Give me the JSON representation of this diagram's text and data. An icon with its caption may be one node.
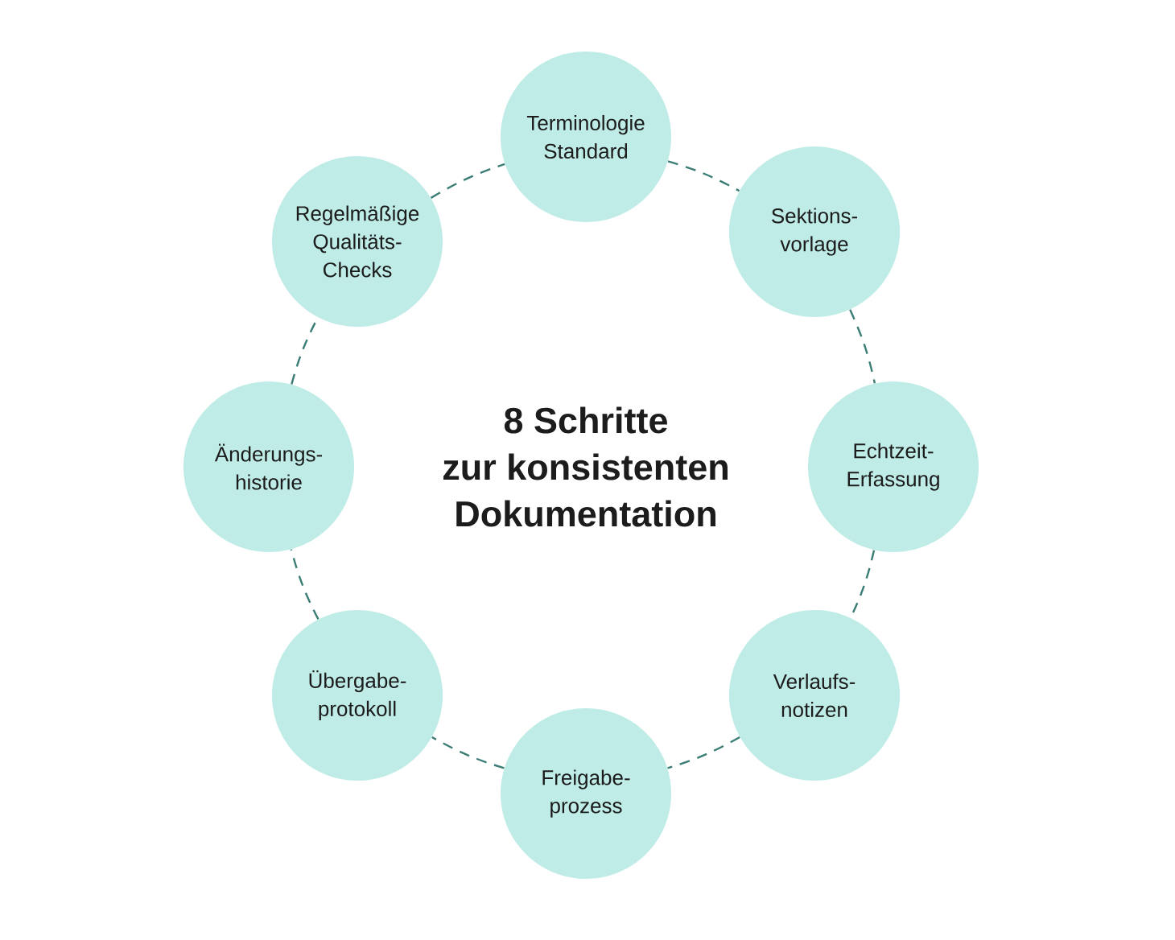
{
  "diagram": {
    "title": "8 Schritte zur konsistenten Dokumentation",
    "nodes": [
      {
        "text": [
          "Terminologie Standard"
        ]
      },
      {
        "text": [
          "Sektions- vorlage"
        ]
      },
      {
        "text": [
          "Echtzeit- Erfassung"
        ]
      },
      {
        "text": [
          "Verlaufs- notizen"
        ]
      },
      {
        "text": [
          "Freigabe- prozess"
        ]
      },
      {
        "text": [
          "Übergabe- protokoll"
        ]
      },
      {
        "text": [
          "Änderungs- historie"
        ]
      },
      {
        "text": [
          "Regelmäßige Qualitäts- Checks"
        ]
      }
    ],
    "edges": [
      {
        "from": 0,
        "to": 1,
        "arrow": "none",
        "style": "dashed"
      },
      {
        "from": 1,
        "to": 2,
        "arrow": "none",
        "style": "dashed"
      },
      {
        "from": 2,
        "to": 3,
        "arrow": "none",
        "style": "dashed"
      },
      {
        "from": 3,
        "to": 4,
        "arrow": "none",
        "style": "dashed"
      },
      {
        "from": 4,
        "to": 5,
        "arrow": "none",
        "style": "dashed"
      },
      {
        "from": 5,
        "to": 6,
        "arrow": "none",
        "style": "dashed"
      },
      {
        "from": 6,
        "to": 7,
        "arrow": "none",
        "style": "dashed"
      },
      {
        "from": 7,
        "to": 0,
        "arrow": "none",
        "style": "dashed"
      }
    ]
  }
}
